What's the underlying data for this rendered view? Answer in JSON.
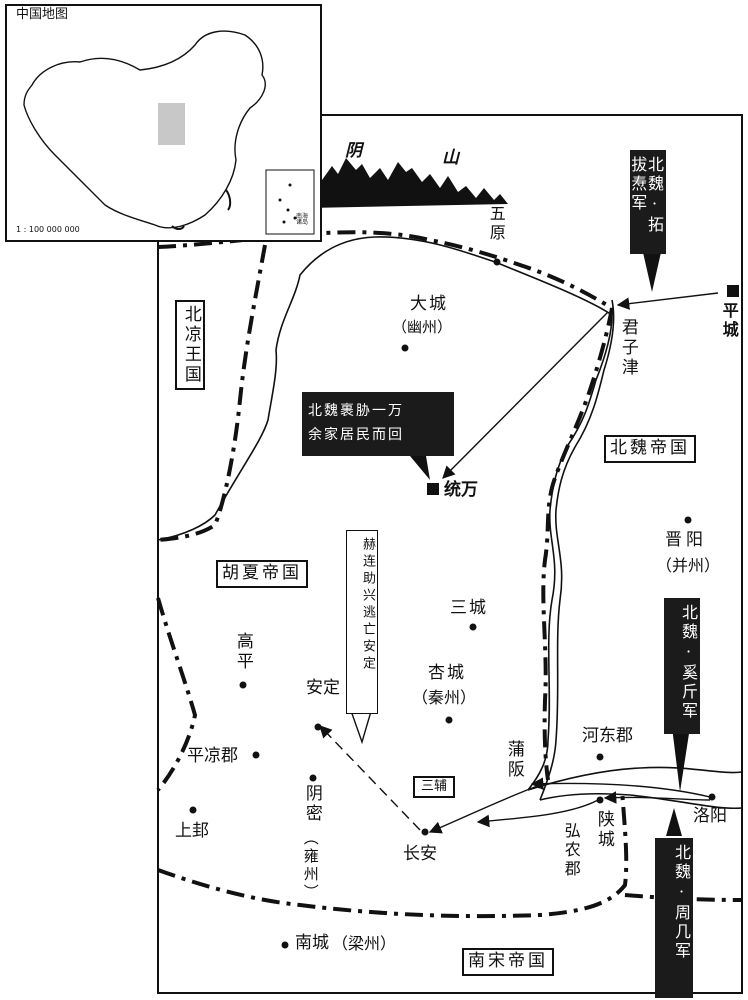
{
  "inset": {
    "title": "中国地图",
    "scale": "1 : 100 000 000",
    "islands_label": "南海诸岛"
  },
  "mountains": {
    "label_1": "阴",
    "label_2": "山"
  },
  "states": {
    "bei_liang": "北凉王国",
    "bei_wei": "北魏帝国",
    "hu_xia": "胡夏帝国",
    "nan_song": "南宋帝国",
    "san_fu": "三辅"
  },
  "places": {
    "wuyuan": "五原",
    "datong": "大城",
    "datong_alt": "（幽州）",
    "junzijin": "君子津",
    "pingcheng": "平城",
    "tongwan": "统万",
    "jinyang": "晋阳",
    "jinyang_alt": "（并州）",
    "sancheng": "三城",
    "xingcheng": "杏城",
    "xingcheng_alt": "（秦州）",
    "gaoping": "高平",
    "anding": "安定",
    "pingliang": "平凉郡",
    "shanggui": "上邽",
    "yinmi": "阴密",
    "yinmi_alt": "（雍州）",
    "changan": "长安",
    "puban": "蒲阪",
    "hedong": "河东郡",
    "shancheng": "陕城",
    "hongnong": "弘农郡",
    "luoyang": "洛阳",
    "nancheng": "南城",
    "nancheng_alt": "（梁州）"
  },
  "annotations": {
    "tuoba": "北魏·拓拔焘军",
    "xiejin": "北魏·奚斤军",
    "zhouji": "北魏·周几军",
    "relocation_line1": "北魏裹胁一万",
    "relocation_line2": "余家居民而回",
    "helian": "赫连助兴逃亡安定"
  },
  "colors": {
    "ink": "#111111",
    "paper": "#ffffff",
    "inset_region": "#c8c8c8"
  }
}
